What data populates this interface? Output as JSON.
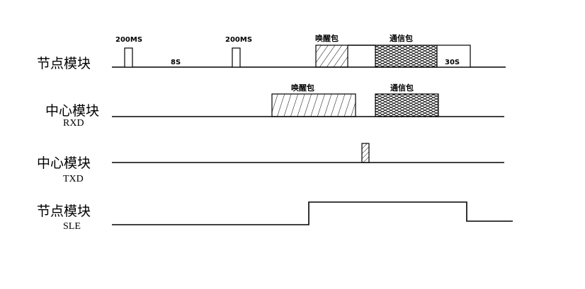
{
  "rows": {
    "node_module": {
      "label": "节点模块"
    },
    "center_rxd": {
      "label": "中心模块",
      "sublabel": "RXD"
    },
    "center_txd": {
      "label": "中心模块",
      "sublabel": "TXD"
    },
    "node_sle": {
      "label": "节点模块",
      "sublabel": "SLE"
    }
  },
  "annotations": {
    "pulse1": "200MS",
    "pulse2": "200MS",
    "gap": "8S",
    "wake_node": "唤醒包",
    "comm_node": "通信包",
    "tail": "30S",
    "wake_rxd": "唤醒包",
    "comm_rxd": "通信包"
  }
}
